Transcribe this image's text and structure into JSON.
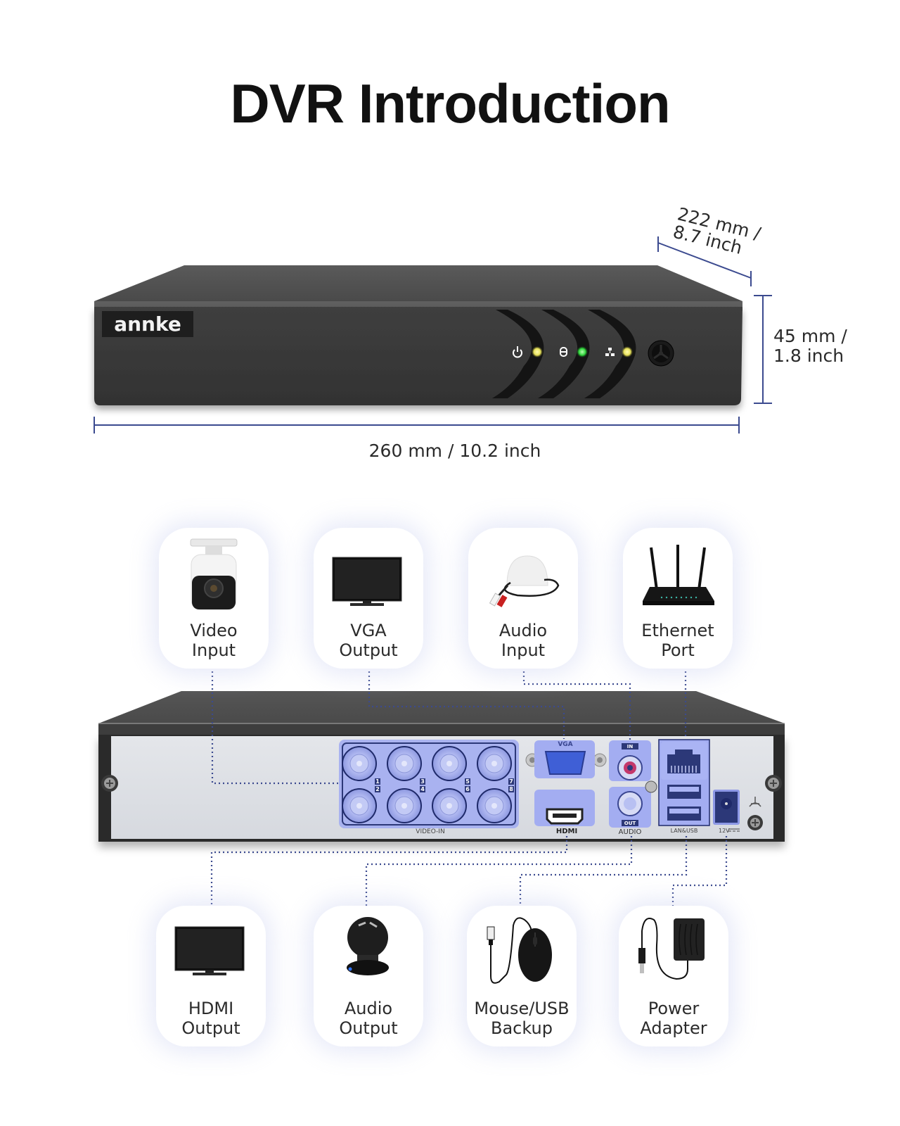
{
  "title": "DVR Introduction",
  "brand": "annke",
  "dimensions": {
    "depth": [
      "222 mm /",
      "8.7 inch"
    ],
    "height": [
      "45 mm /",
      "1.8 inch"
    ],
    "width": "260 mm / 10.2 inch"
  },
  "front_indicators": [
    {
      "icon": "power-icon",
      "led_color": "#f1ee7a"
    },
    {
      "icon": "hdd-icon",
      "led_color": "#3ee24a"
    },
    {
      "icon": "network-icon",
      "led_color": "#f1ee7a"
    }
  ],
  "rear_labels": {
    "vga": "VGA",
    "audio_in": "IN",
    "audio_out": "OUT",
    "audio": "AUDIO",
    "hdmi": "HDMI",
    "video_in": "VIDEO-IN",
    "lan_usb": "LAN&USB",
    "power": "12V",
    "channels": [
      "1",
      "2",
      "3",
      "4",
      "5",
      "6",
      "7",
      "8"
    ]
  },
  "top_cards": [
    {
      "label": [
        "Video",
        "Input"
      ],
      "icon": "camera-icon"
    },
    {
      "label": [
        "VGA",
        "Output"
      ],
      "icon": "monitor-icon"
    },
    {
      "label": [
        "Audio",
        "Input"
      ],
      "icon": "microphone-icon"
    },
    {
      "label": [
        "Ethernet",
        "Port"
      ],
      "icon": "router-icon"
    }
  ],
  "bottom_cards": [
    {
      "label": [
        "HDMI",
        "Output"
      ],
      "icon": "monitor-icon"
    },
    {
      "label": [
        "Audio",
        "Output"
      ],
      "icon": "speaker-icon"
    },
    {
      "label": [
        "Mouse/USB",
        "Backup"
      ],
      "icon": "mouse-icon"
    },
    {
      "label": [
        "Power",
        "Adapter"
      ],
      "icon": "power-adapter-icon"
    }
  ],
  "colors": {
    "accent": "#3b4a8f",
    "port_highlight": "#9aa6ef",
    "device_body": "#3a3a3a",
    "rear_panel": "#dfe2e8"
  }
}
